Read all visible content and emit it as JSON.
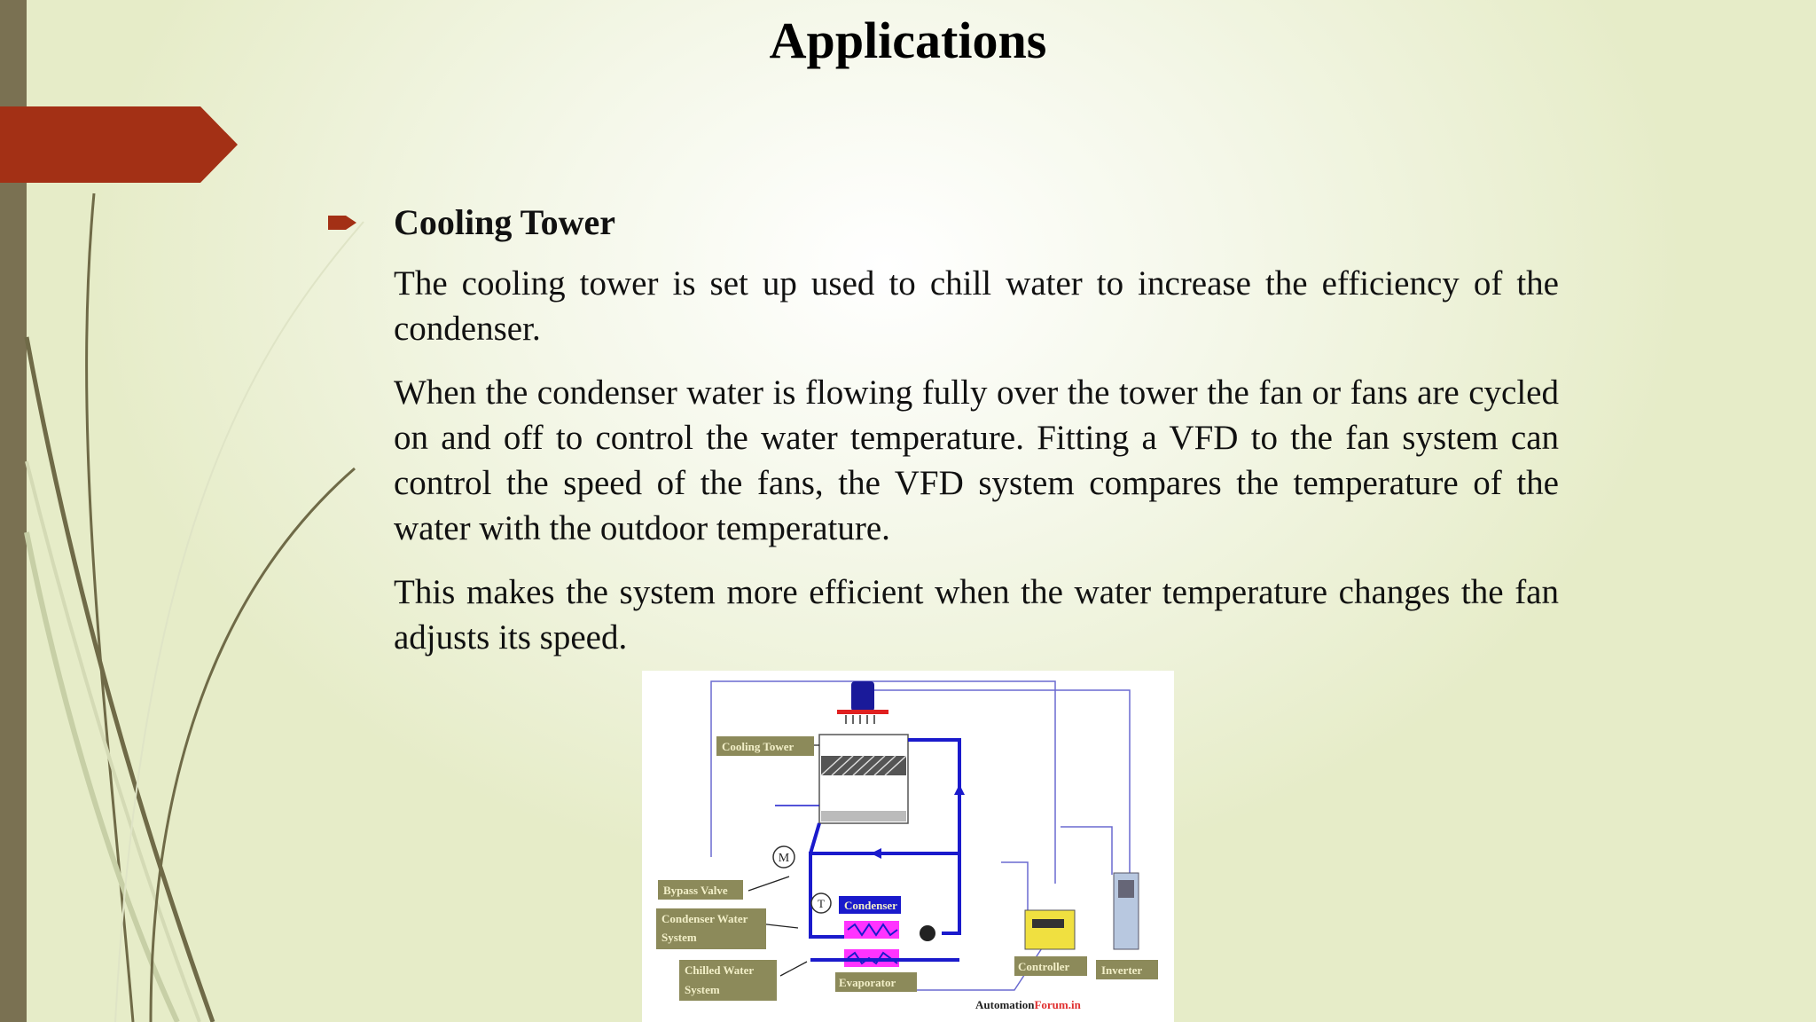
{
  "slide": {
    "title": "Applications",
    "section_heading": "Cooling Tower",
    "paragraphs": [
      "The cooling tower is set up used to chill water to increase the efficiency of the condenser.",
      "When the condenser water is flowing fully over the tower the fan or fans are cycled on and off to control the water temperature. Fitting a VFD to the fan system can control the speed of the fans, the VFD system compares the temperature of the water with the outdoor temperature.",
      "This makes the system more efficient when the water temperature changes the fan adjusts its speed."
    ]
  },
  "diagram": {
    "labels": {
      "cooling_tower": "Cooling Tower",
      "bypass_valve": "Bypass Valve",
      "condenser_water_1": "Condenser Water",
      "condenser_water_2": "System",
      "chilled_water_1": "Chilled Water",
      "chilled_water_2": "System",
      "condenser": "Condenser",
      "evaporator": "Evaporator",
      "controller": "Controller",
      "inverter": "Inverter",
      "motor_symbol": "M",
      "temp_symbol": "T",
      "watermark_a": "Automation",
      "watermark_b": "Forum.in"
    }
  },
  "colors": {
    "ribbon": "#a33015",
    "left_bar": "#7a7152",
    "pipe": "#1a1acc",
    "coil": "#ff33ff",
    "label_bg": "#8c8a5a",
    "watermark_red": "#e03030"
  }
}
